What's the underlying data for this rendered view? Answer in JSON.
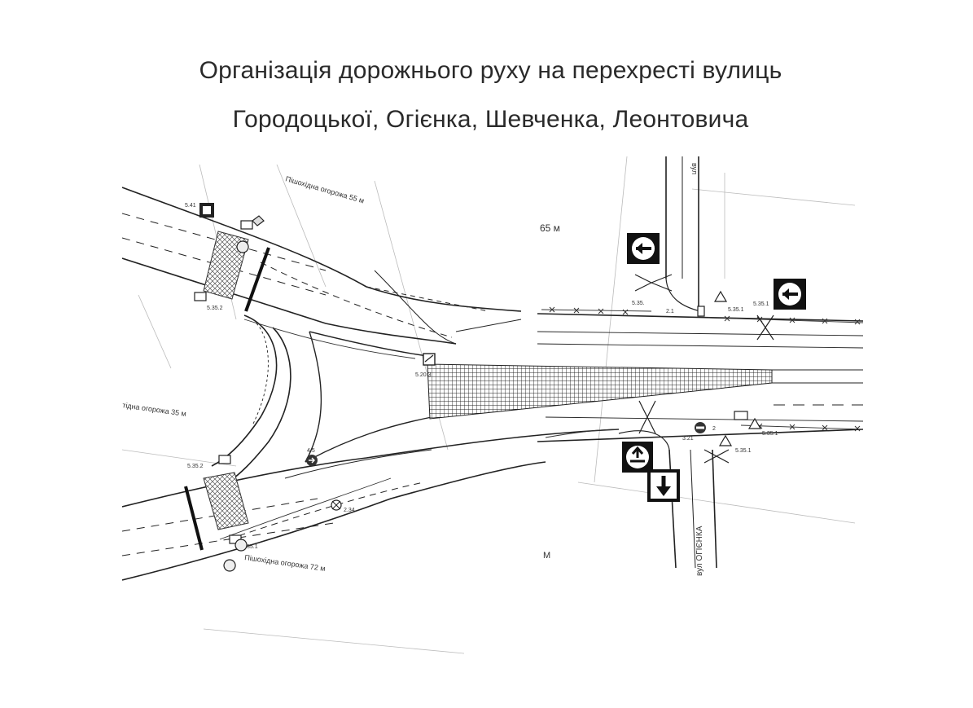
{
  "title": {
    "line1": "Організація дорожнього руху на перехресті вулиць",
    "line2": "Городоцької, Огієнка, Шевченка, Леонтовича"
  },
  "plan": {
    "labels": {
      "fence_top": "Пішохідна огорожа 55 м",
      "fence_left": "тідна огорожа 35 м",
      "fence_bottom": "Пішохідна огорожа 72 м",
      "dist_65": "65 м",
      "street_vert": "вул",
      "street_ogienka": "вул ОГІЄНКА",
      "m_mark": "М",
      "sign_541": "5.41",
      "sign_5352a": "5.35.2",
      "sign_5352b": "5.35.2",
      "sign_3511": "35.1",
      "sign_5203": "5.20.3",
      "sign_234": "2.34",
      "sign_45": "4.5",
      "sign_5351a": "5.35.",
      "sign_21": "2.1",
      "sign_5351b": "5.35.1",
      "sign_5351c": "5.35.1",
      "sign_321": "3.21",
      "sign_2": "2",
      "sign_5351d": "5.35.1",
      "sign_5351e": "5.35.1"
    }
  }
}
